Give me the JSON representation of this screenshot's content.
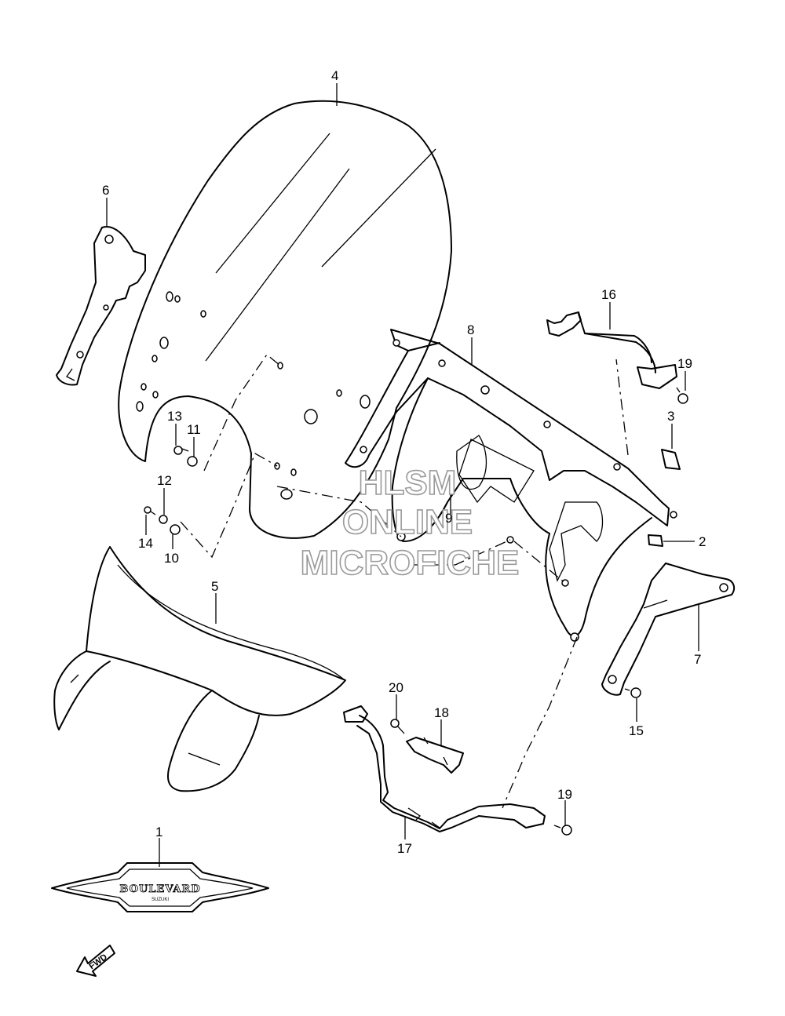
{
  "callouts": [
    {
      "id": "1",
      "label": "1"
    },
    {
      "id": "2",
      "label": "2"
    },
    {
      "id": "3",
      "label": "3"
    },
    {
      "id": "4",
      "label": "4"
    },
    {
      "id": "5",
      "label": "5"
    },
    {
      "id": "6",
      "label": "6"
    },
    {
      "id": "7",
      "label": "7"
    },
    {
      "id": "8",
      "label": "8"
    },
    {
      "id": "9",
      "label": "9"
    },
    {
      "id": "10",
      "label": "10"
    },
    {
      "id": "11",
      "label": "11"
    },
    {
      "id": "12",
      "label": "12"
    },
    {
      "id": "13",
      "label": "13"
    },
    {
      "id": "14",
      "label": "14"
    },
    {
      "id": "15",
      "label": "15"
    },
    {
      "id": "16",
      "label": "16"
    },
    {
      "id": "17",
      "label": "17"
    },
    {
      "id": "18",
      "label": "18"
    },
    {
      "id": "19a",
      "label": "19"
    },
    {
      "id": "19b",
      "label": "19"
    },
    {
      "id": "20",
      "label": "20"
    }
  ],
  "watermark": {
    "line1": "HLSM",
    "line2": "ONLINE",
    "line3": "MICROFICHE"
  },
  "badge": {
    "text": "BOULEVARD",
    "sub": "SUZUKI"
  },
  "fwd_marker": {
    "text": "FWD"
  }
}
